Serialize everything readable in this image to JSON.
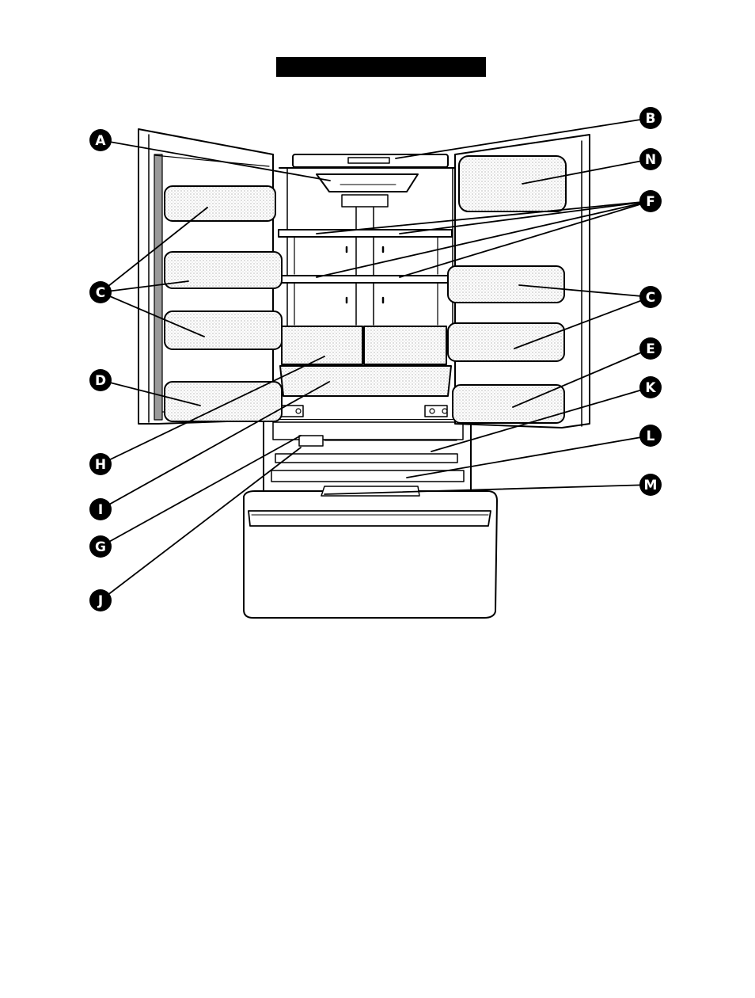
{
  "title": "",
  "colors": {
    "ink": "#000000",
    "paper": "#ffffff",
    "grey": "#d9d9d9"
  },
  "callouts": {
    "A": "A",
    "B": "B",
    "C_left": "C",
    "C_right": "C",
    "D": "D",
    "E": "E",
    "F": "F",
    "G": "G",
    "H": "H",
    "I": "I",
    "J": "J",
    "K": "K",
    "L": "L",
    "M": "M",
    "N": "N"
  }
}
